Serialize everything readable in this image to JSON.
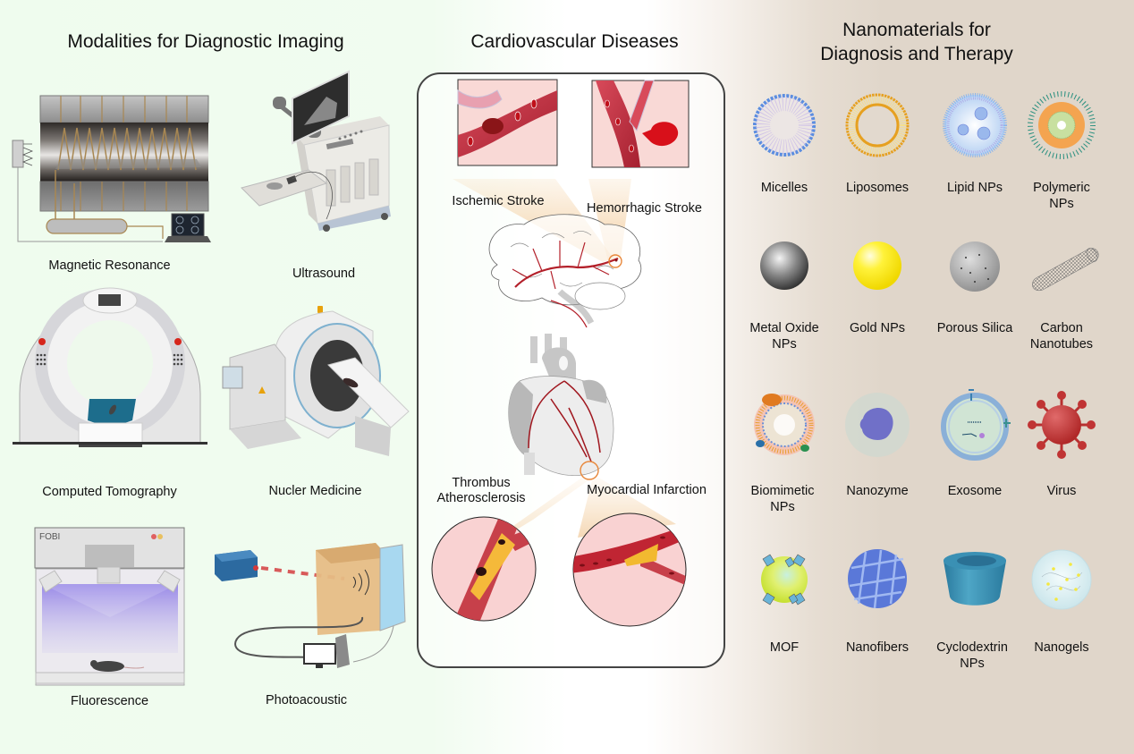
{
  "sections": {
    "imaging": {
      "title": "Modalities for Diagnostic Imaging",
      "modalities": [
        {
          "label": "Magnetic Resonance",
          "icon": "mri-scanner-icon"
        },
        {
          "label": "Ultrasound",
          "icon": "ultrasound-machine-icon"
        },
        {
          "label": "Computed Tomography",
          "icon": "ct-scanner-icon"
        },
        {
          "label": "Nucler Medicine",
          "icon": "nuclear-scanner-icon"
        },
        {
          "label": "Fluorescence",
          "icon": "fluorescence-imager-icon",
          "device_text": "FOBI"
        },
        {
          "label": "Photoacoustic",
          "icon": "photoacoustic-setup-icon"
        }
      ]
    },
    "cvd": {
      "title": "Cardiovascular Diseases",
      "diseases": [
        {
          "label": "Ischemic Stroke",
          "icon": "ischemic-vessel-icon"
        },
        {
          "label": "Hemorrhagic Stroke",
          "icon": "hemorrhagic-vessel-icon"
        },
        {
          "label": "Thrombus\nAtherosclerosis",
          "line1": "Thrombus",
          "line2": "Atherosclerosis",
          "icon": "thrombus-vessel-icon"
        },
        {
          "label": "Myocardial Infarction",
          "icon": "infarction-vessel-icon"
        }
      ],
      "organs": [
        "brain-icon",
        "heart-icon"
      ]
    },
    "nano": {
      "title_line1": "Nanomaterials for",
      "title_line2": "Diagnosis and Therapy",
      "materials": [
        {
          "line1": "Micelles",
          "line2": "",
          "icon": "micelle-icon"
        },
        {
          "line1": "Liposomes",
          "line2": "",
          "icon": "liposome-icon"
        },
        {
          "line1": "Lipid NPs",
          "line2": "",
          "icon": "lipid-np-icon"
        },
        {
          "line1": "Polymeric",
          "line2": "NPs",
          "icon": "polymeric-np-icon"
        },
        {
          "line1": "Metal Oxide",
          "line2": "NPs",
          "icon": "metal-oxide-np-icon"
        },
        {
          "line1": "Gold NPs",
          "line2": "",
          "icon": "gold-np-icon"
        },
        {
          "line1": "Porous Silica",
          "line2": "",
          "icon": "porous-silica-icon"
        },
        {
          "line1": "Carbon",
          "line2": "Nanotubes",
          "icon": "carbon-nanotube-icon"
        },
        {
          "line1": "Biomimetic",
          "line2": "NPs",
          "icon": "biomimetic-np-icon"
        },
        {
          "line1": "Nanozyme",
          "line2": "",
          "icon": "nanozyme-icon"
        },
        {
          "line1": "Exosome",
          "line2": "",
          "icon": "exosome-icon"
        },
        {
          "line1": "Virus",
          "line2": "",
          "icon": "virus-icon"
        },
        {
          "line1": "MOF",
          "line2": "",
          "icon": "mof-icon"
        },
        {
          "line1": "Nanofibers",
          "line2": "",
          "icon": "nanofiber-icon"
        },
        {
          "line1": "Cyclodextrin",
          "line2": "NPs",
          "icon": "cyclodextrin-icon"
        },
        {
          "line1": "Nanogels",
          "line2": "",
          "icon": "nanogel-icon"
        }
      ]
    }
  },
  "colors": {
    "left_bg": "#effcee",
    "right_bg": "#e0d6ca",
    "blood_red": "#b3202a",
    "highlight_orange": "#e8873a",
    "box_border": "#444444"
  }
}
